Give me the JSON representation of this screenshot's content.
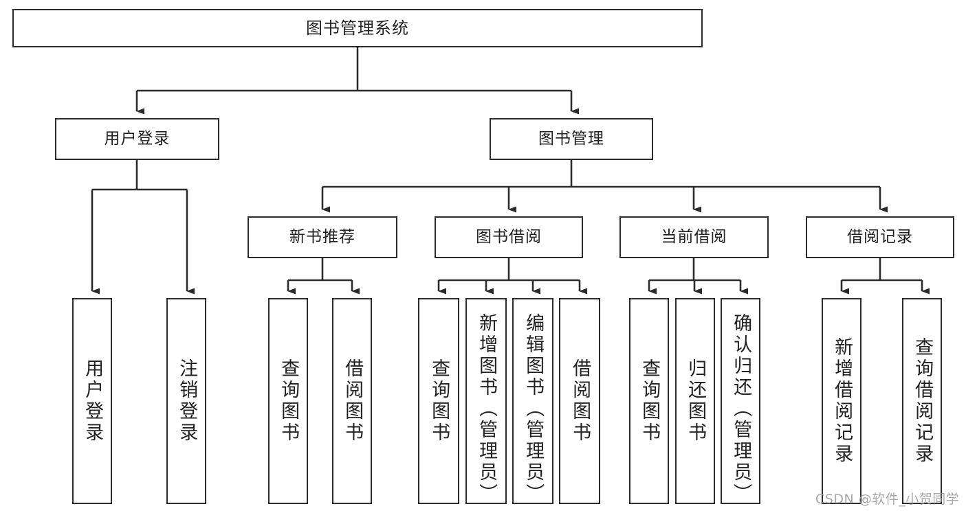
{
  "diagram": {
    "type": "tree-hierarchy",
    "title": "图书管理系统",
    "colors": {
      "stroke": "#2b2b2b",
      "fill": "#ffffff",
      "text": "#222222",
      "watermark": "#9a9a9a"
    },
    "root": {
      "label": "图书管理系统"
    },
    "level2": [
      {
        "label": "用户登录"
      },
      {
        "label": "图书管理"
      }
    ],
    "level3": [
      {
        "label": "新书推荐"
      },
      {
        "label": "图书借阅"
      },
      {
        "label": "当前借阅"
      },
      {
        "label": "借阅记录"
      }
    ],
    "leaves": {
      "user_login": [
        {
          "label": "用户登录"
        },
        {
          "label": "注销登录"
        }
      ],
      "new_book_recommend": [
        {
          "label": "查询图书"
        },
        {
          "label": "借阅图书"
        }
      ],
      "book_borrow": [
        {
          "label": "查询图书"
        },
        {
          "label": "新增图书（管理员）"
        },
        {
          "label": "编辑图书（管理员）"
        },
        {
          "label": "借阅图书"
        }
      ],
      "current_borrow": [
        {
          "label": "查询图书"
        },
        {
          "label": "归还图书"
        },
        {
          "label": "确认归还（管理员）"
        }
      ],
      "borrow_record": [
        {
          "label": "新增借阅记录"
        },
        {
          "label": "查询借阅记录"
        }
      ]
    },
    "watermark": "CSDN @软件_小贺同学"
  }
}
